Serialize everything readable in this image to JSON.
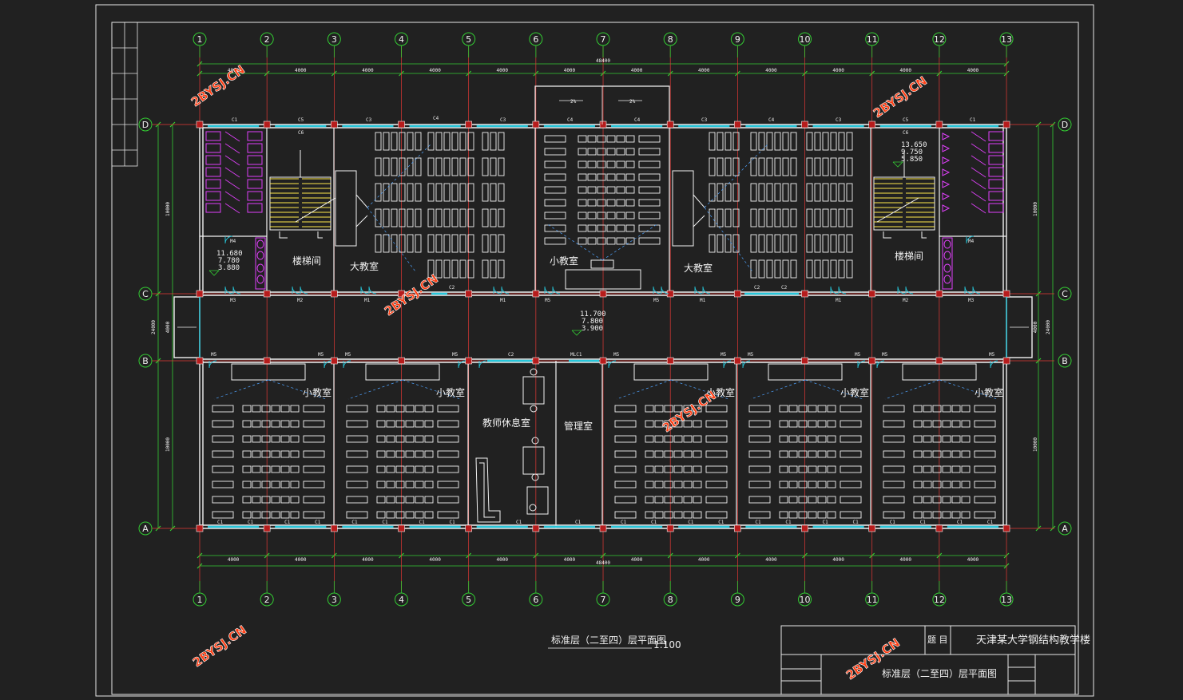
{
  "axes_columns": [
    "1",
    "2",
    "3",
    "4",
    "5",
    "6",
    "7",
    "8",
    "9",
    "10",
    "11",
    "12",
    "13"
  ],
  "axes_rows": [
    "D",
    "C",
    "B",
    "A"
  ],
  "dimensions": {
    "overall": "48400",
    "bay": "4000",
    "depth_total": "24000",
    "depth_front": "10000",
    "depth_mid": "4000",
    "depth_back": "10000"
  },
  "rooms": {
    "stair_left": "楼梯间",
    "stair_right": "楼梯间",
    "large_left": "大教室",
    "large_right": "大教室",
    "small_top": "小教室",
    "small_1": "小教室",
    "small_2": "小教室",
    "small_3": "小教室",
    "small_4": "小教室",
    "small_5": "小教室",
    "lounge": "教师休息室",
    "office": "管理室"
  },
  "elevations": {
    "left": [
      "11.680",
      "7.780",
      "3.880"
    ],
    "center": [
      "11.700",
      "7.800",
      "3.900"
    ],
    "right": [
      "13.650",
      "9.750",
      "5.850"
    ]
  },
  "openings": {
    "c1": "C1",
    "c2": "C2",
    "c3": "C3",
    "c4": "C4",
    "c5": "C5",
    "c6": "C6",
    "m1": "M1",
    "m2": "M2",
    "m3": "M3",
    "m4": "M4",
    "m5": "M5",
    "mlc1": "MLC1"
  },
  "ramp_labels": [
    "2%",
    "2%"
  ],
  "watermark": "2BYSJ.CN",
  "drawing_title": "标准层（二至四）层平面图",
  "scale": "1:100",
  "title_block": {
    "title_key": "题 目",
    "project": "天津某大学钢结构教学楼",
    "sheet_title": "标准层（二至四）层平面图"
  },
  "colors": {
    "background": "#212121",
    "grid_axis": "#e53935",
    "dimension": "#33cc33",
    "wall": "#f2f2f2",
    "window": "#26c6da",
    "sanitary": "#e040fb",
    "stair": "#ffe94a",
    "watermark": "#ff3d12"
  }
}
